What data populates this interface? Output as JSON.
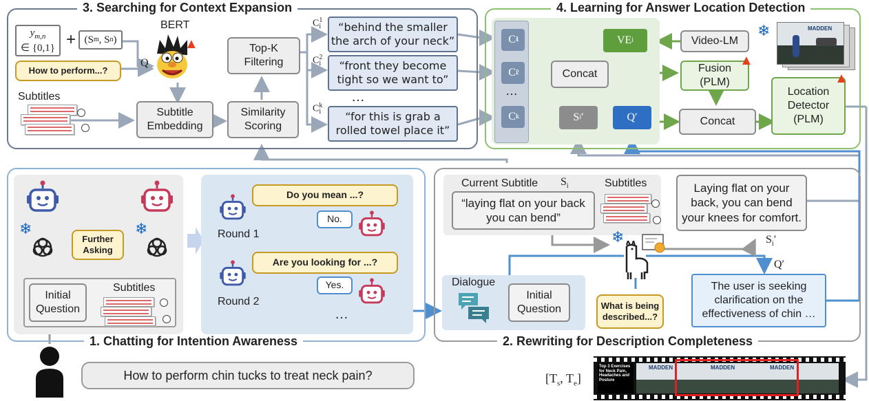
{
  "colors": {
    "panel_border": "#6b7a90",
    "green_accent": "#6fa64b",
    "blue_arrow": "#4f8fd0",
    "gray_arrow": "#9aa7b8",
    "yellow_fill": "#fdf3cf",
    "frozen_icon": "#1565c0",
    "trainable_icon": "#e6401a",
    "robot_blue": "#3f5aa8",
    "robot_red": "#c53a5a"
  },
  "section3": {
    "title": "3. Searching for Context Expansion",
    "label_top": "y",
    "label_sub": "m,n",
    "label_set": "∈ {0,1}",
    "plus": "+",
    "pair": "(S",
    "pair_m": "m",
    "pair_sep": ", S",
    "pair_n": "n",
    "pair_end": ")",
    "bert_label": "BERT",
    "query_bubble": "How to perform...?",
    "q_label": "Q",
    "subtitles_label": "Subtitles",
    "subtitle_embedding": "Subtitle Embedding",
    "similarity_scoring": "Similarity Scoring",
    "topk": "Top-K Filtering",
    "c1_label": "C",
    "c1_sup": "1",
    "c1_sub": "i",
    "c2_sup": "2",
    "ck_sup": "k",
    "cand1": "“behind the smaller the arch of your neck”",
    "cand2": "“front they become tight so we want to”",
    "cand3": "“for this is grab a rolled towel place it”",
    "ellipsis": "…"
  },
  "section4": {
    "title": "4. Learning for Answer Location Detection",
    "c_label": "C",
    "c_sub": "i",
    "c1_sup": "1",
    "c2_sup": "2",
    "ck_sup": "k",
    "dots": "…",
    "ve_label": "VE",
    "ve_sub": "i",
    "video_lm": "Video-LM",
    "concat1": "Concat",
    "fusion": "Fusion (PLM)",
    "concat2": "Concat",
    "location_detector": "Location Detector (PLM)",
    "s_label": "S",
    "s_sub": "i",
    "prime": "′",
    "q_prime": "Q′",
    "thumb_text": "MADDEN"
  },
  "section1": {
    "title": "1. Chatting for Intention Awareness",
    "further_asking": "Further Asking",
    "initial_question": "Initial Question",
    "subtitles": "Subtitles",
    "do_you_mean": "Do you mean ...?",
    "no": "No.",
    "round1": "Round 1",
    "looking_for": "Are you looking for ...?",
    "yes": "Yes.",
    "round2": "Round 2",
    "more": "…"
  },
  "section2": {
    "title": "2. Rewriting for Description Completeness",
    "current_subtitle": "Current Subtitle",
    "s_label": "S",
    "s_sub": "i",
    "subtitles": "Subtitles",
    "current_text": "“laying flat on your back you can bend”",
    "rewritten": "Laying flat on your back, you can bend your knees for comfort.",
    "s_prime": "′",
    "dialogue": "Dialogue",
    "initial_question": "Initial Question",
    "what_described": "What is being described...?",
    "q_prime": "Q′",
    "query_rewrite": "The user is seeking clarification on the effectiveness of chin …"
  },
  "bottom": {
    "user_question": "How to perform chin tucks to treat neck pain?",
    "ts_te": "[T",
    "ts": "s",
    "sep": ", T",
    "te": "e",
    "close": "]",
    "film_title": "Top 3 Exercises for Neck Pain, Headaches and Posture",
    "film_brand": "MADDEN"
  }
}
